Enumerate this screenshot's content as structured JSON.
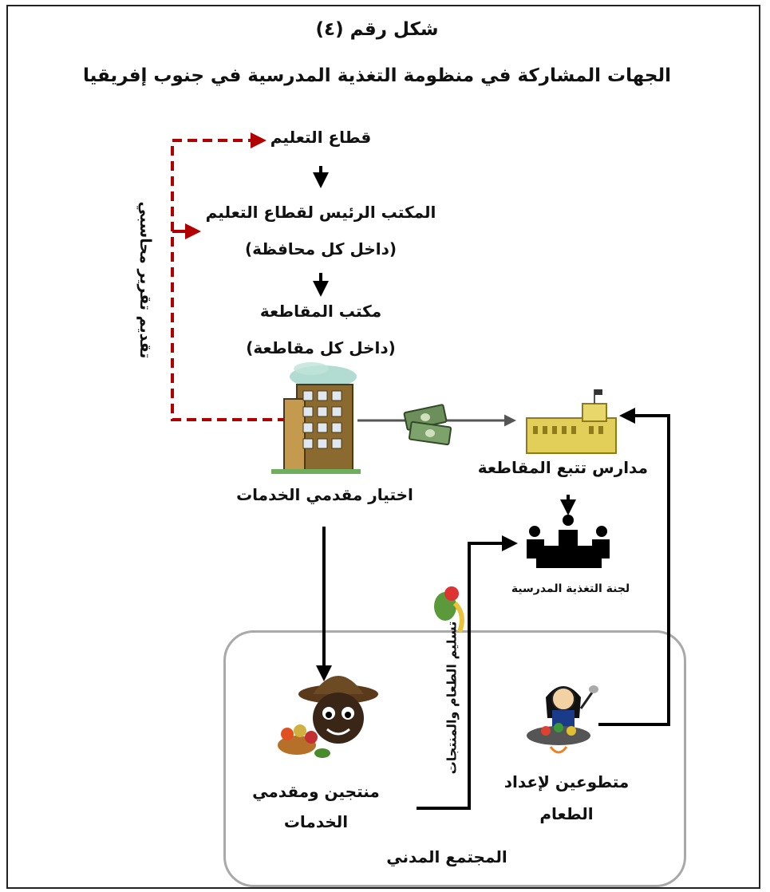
{
  "figure": {
    "number_label": "شكل رقم (٤)",
    "title": "الجهات المشاركة في منظومة التغذية المدرسية في جنوب إفريقيا"
  },
  "nodes": {
    "education_sector": "قطاع التعليم",
    "head_office_line1": "المكتب الرئيس لقطاع التعليم",
    "head_office_line2": "(داخل كل محافظة)",
    "district_office_line1": "مكتب المقاطعة",
    "district_office_line2": "(داخل كل مقاطعة)",
    "service_selection": "اختيار مقدمي الخدمات",
    "district_schools": "مدارس تتبع المقاطعة",
    "feeding_committee": "لجنة التغذية المدرسية",
    "producers_line1": "منتجين ومقدمي",
    "producers_line2": "الخدمات",
    "volunteers_line1": "متطوعين لإعداد",
    "volunteers_line2": "الطعام",
    "civil_society": "المجتمع المدني"
  },
  "edge_labels": {
    "accounting_report": "تقديم تقرير محاسبي",
    "food_delivery": "تسليم الطعام والمنتجات"
  },
  "colors": {
    "report_arrow": "#b00000",
    "flow_arrow": "#000000",
    "money_arrow": "#555555",
    "civil_box_border": "#a9a9a9"
  },
  "icons": [
    "office-building-icon",
    "money-bills-icon",
    "school-building-icon",
    "meeting-table-icon",
    "vegetables-icon",
    "farmer-icon",
    "cook-icon"
  ]
}
